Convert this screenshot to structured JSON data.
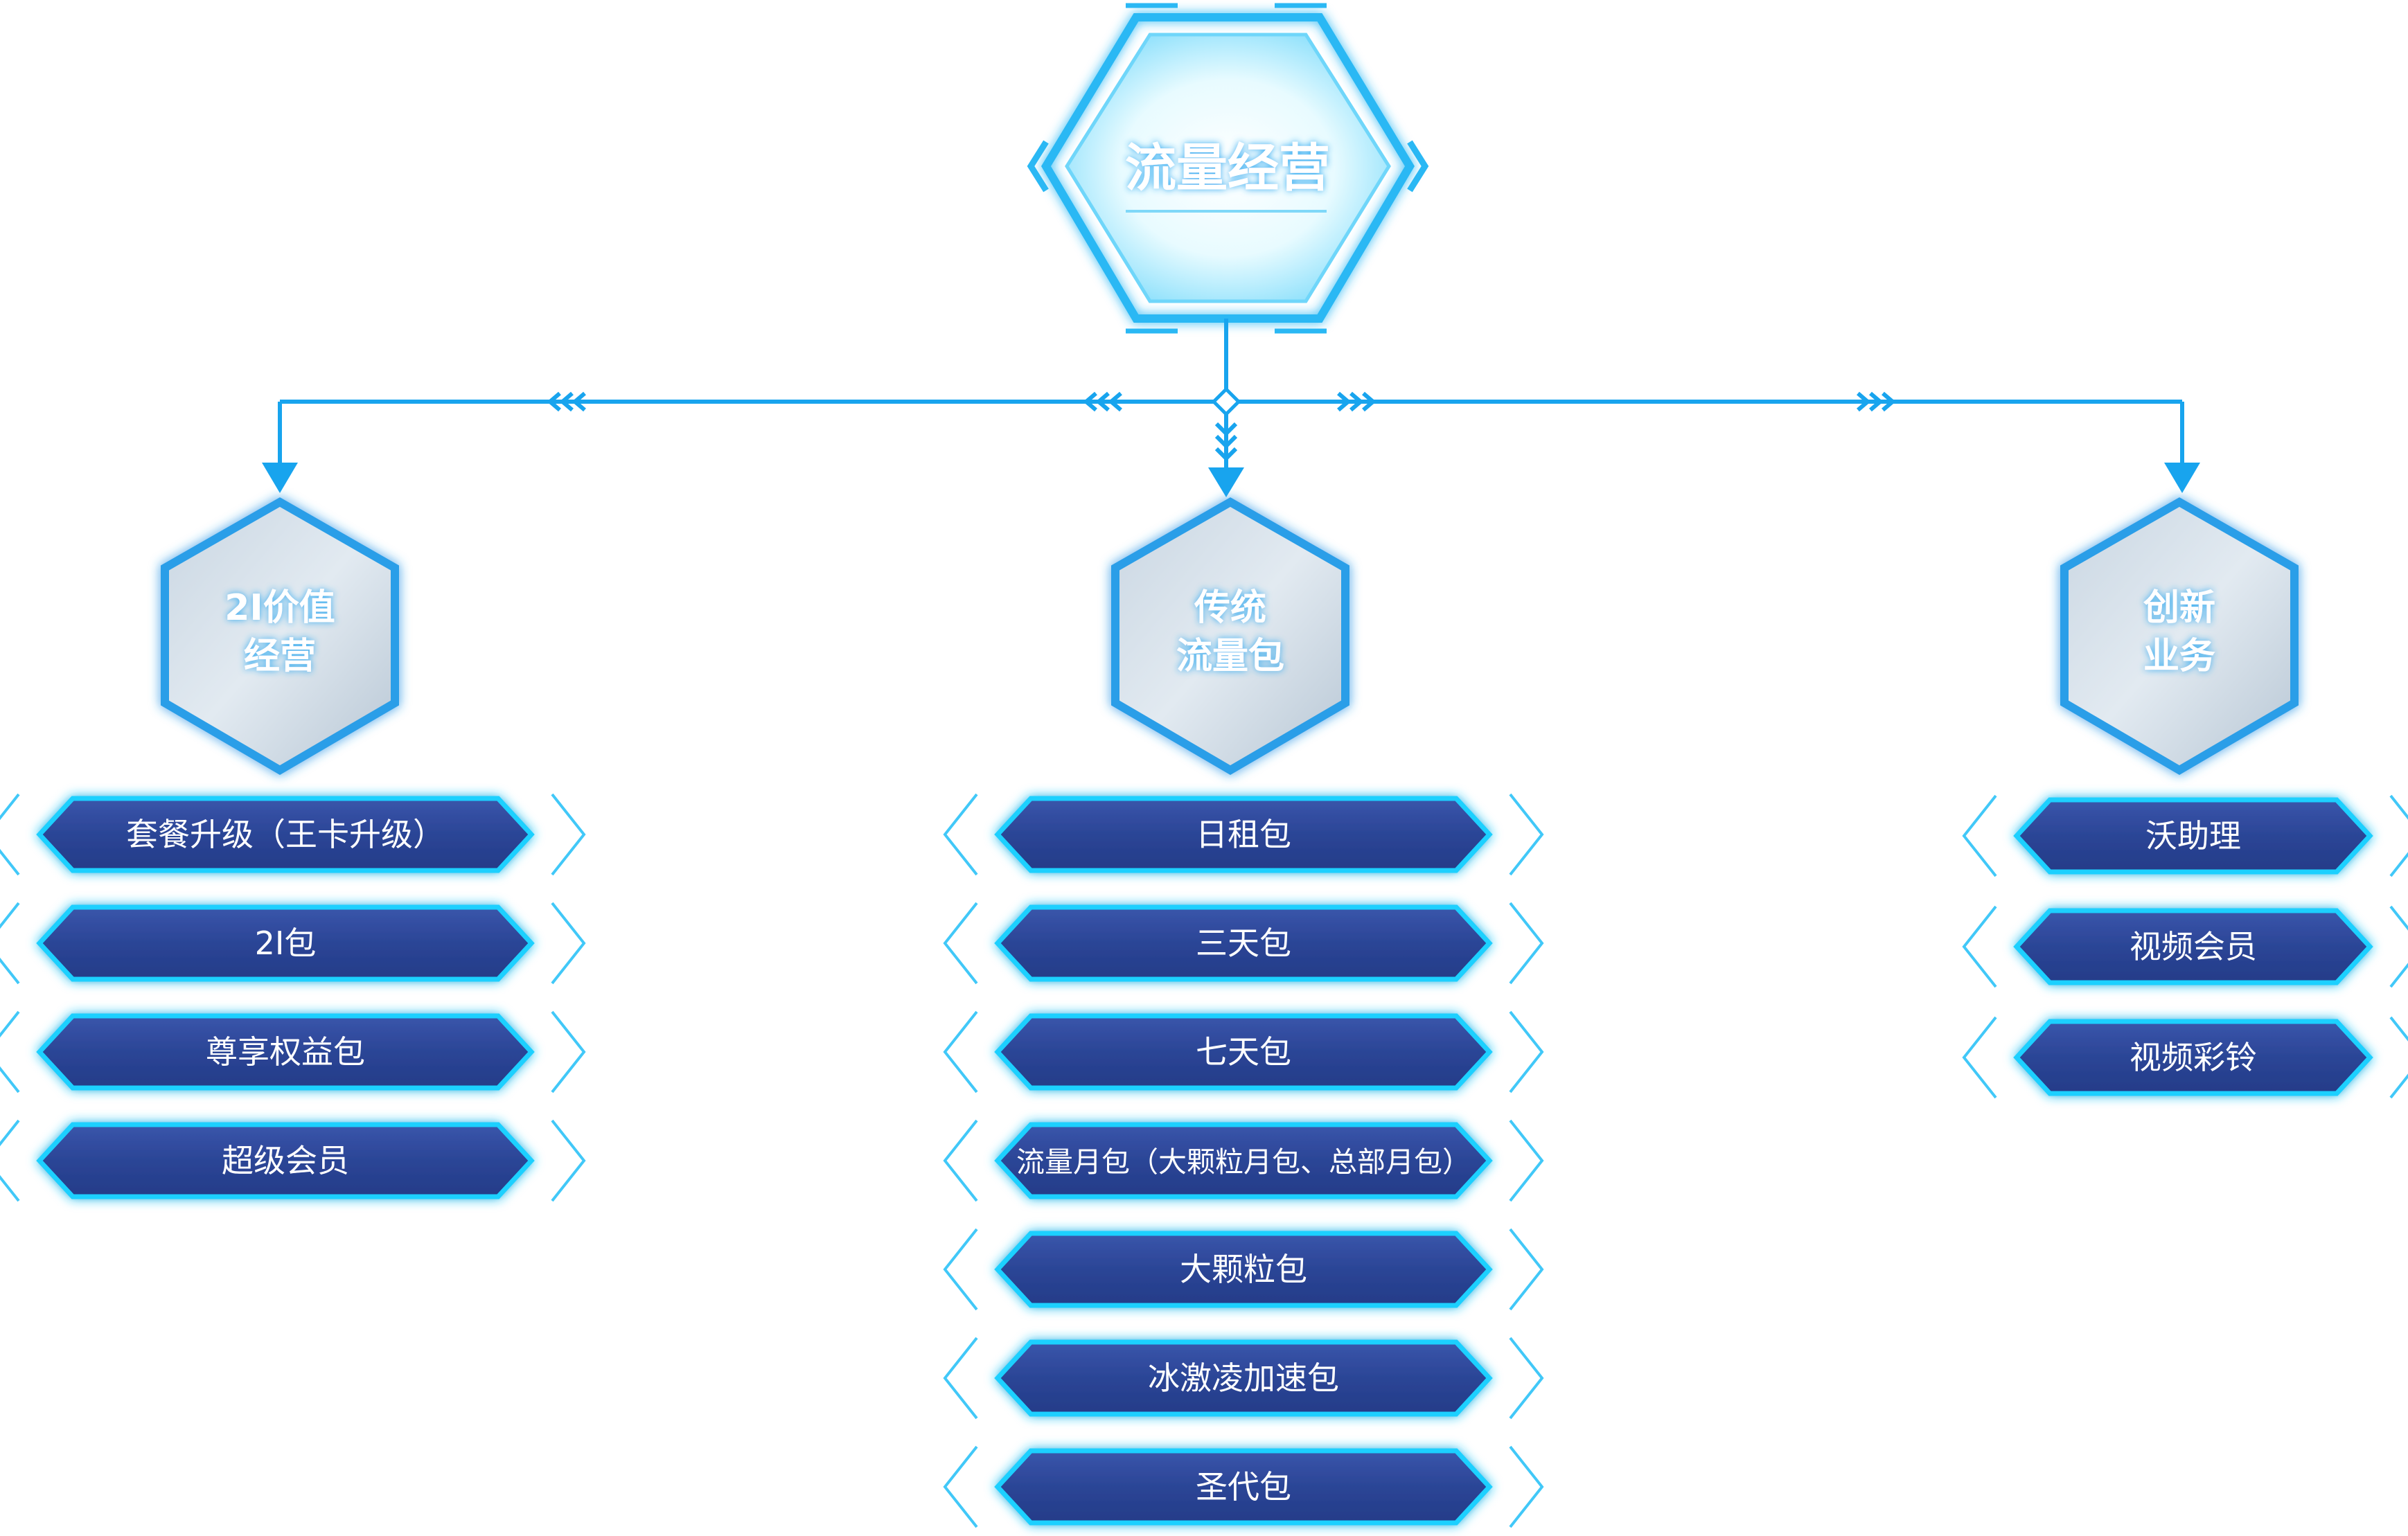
{
  "root": {
    "title": "流量经营"
  },
  "categories": [
    {
      "id": "left",
      "lines": [
        "2I价值",
        "经营"
      ],
      "items": [
        "套餐升级（王卡升级）",
        "2I包",
        "尊享权益包",
        "超级会员"
      ]
    },
    {
      "id": "center",
      "lines": [
        "传统",
        "流量包"
      ],
      "items": [
        "日租包",
        "三天包",
        "七天包",
        "流量月包（大颗粒月包、总部月包）",
        "大颗粒包",
        "冰激凌加速包",
        "圣代包"
      ]
    },
    {
      "id": "right",
      "lines": [
        "创新",
        "业务"
      ],
      "items": [
        "沃助理",
        "视频会员",
        "视频彩铃"
      ]
    }
  ],
  "colors": {
    "line": "#18a4ee",
    "item_fill": "#2b4596",
    "item_glow": "#1fd0ff",
    "bracket": "#41c8f8",
    "hex_fill": "#d8e4ee",
    "hex_border": "#2c9ee8",
    "root_glow": "#8ee6ff"
  },
  "icons": [
    "double-chevron-arrow-icon",
    "down-arrow-icon",
    "diamond-junction-icon"
  ]
}
